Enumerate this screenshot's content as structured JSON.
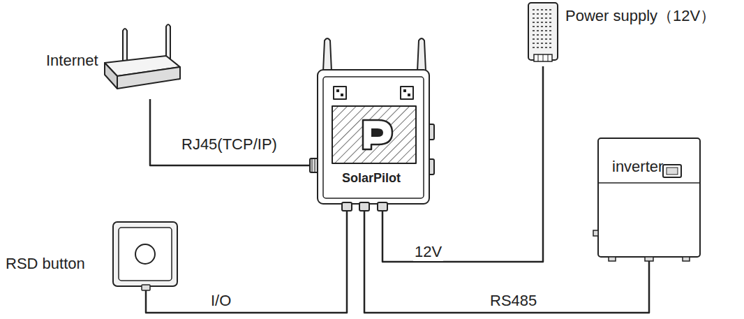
{
  "diagram": {
    "nodes": [
      {
        "text": [
          "Internet"
        ]
      },
      {
        "text": [
          "SolarPilot"
        ]
      },
      {
        "text": [
          "Power supply（12V）"
        ]
      },
      {
        "text": [
          "inverter"
        ]
      },
      {
        "text": [
          "RSD button"
        ]
      }
    ],
    "edges": [
      {
        "from": 0,
        "to": 1,
        "arrow": "none",
        "label": "RJ45(TCP/IP)"
      },
      {
        "from": 1,
        "to": 2,
        "arrow": "none",
        "label": "12V"
      },
      {
        "from": 1,
        "to": 3,
        "arrow": "none",
        "label": "RS485"
      },
      {
        "from": 1,
        "to": 4,
        "arrow": "none",
        "label": "I/O"
      }
    ]
  }
}
